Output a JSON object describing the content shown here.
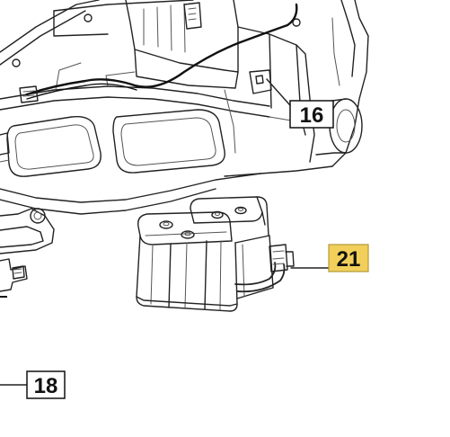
{
  "callouts": [
    {
      "id": "16",
      "label": "16",
      "highlighted": false
    },
    {
      "id": "21",
      "label": "21",
      "highlighted": true
    },
    {
      "id": "18",
      "label": "18",
      "highlighted": false
    }
  ],
  "colors": {
    "line": "#222222",
    "highlight_fill": "#f2cf5b",
    "box_fill": "#ffffff",
    "background": "#ffffff"
  }
}
